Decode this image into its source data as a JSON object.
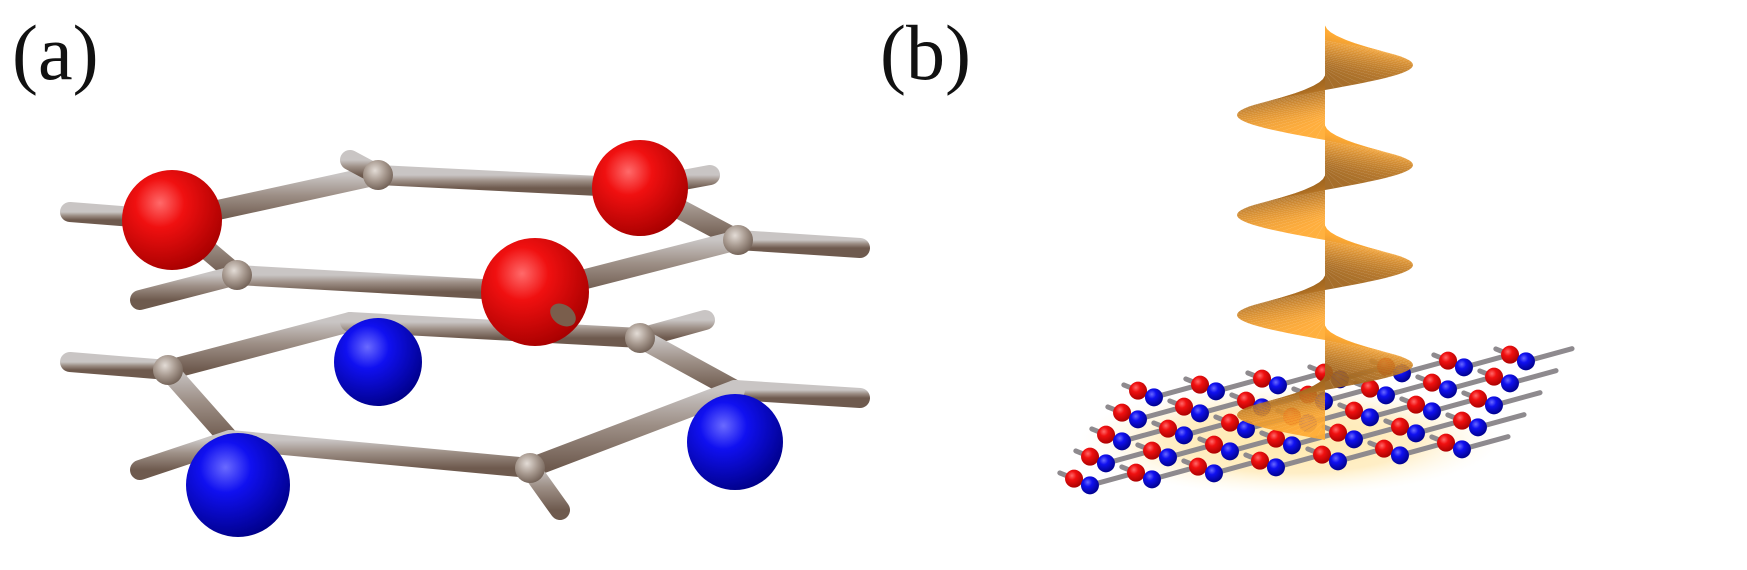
{
  "panels": [
    {
      "label": "(a)"
    },
    {
      "label": "(b)"
    }
  ],
  "colors": {
    "atom_top": "#e00000",
    "atom_bottom": "#0000d8",
    "bond": "#a89c92",
    "helix": "#f0a030"
  },
  "panel_b_lattice": {
    "rows": 5,
    "cols": 7
  },
  "helix_turns": 4
}
